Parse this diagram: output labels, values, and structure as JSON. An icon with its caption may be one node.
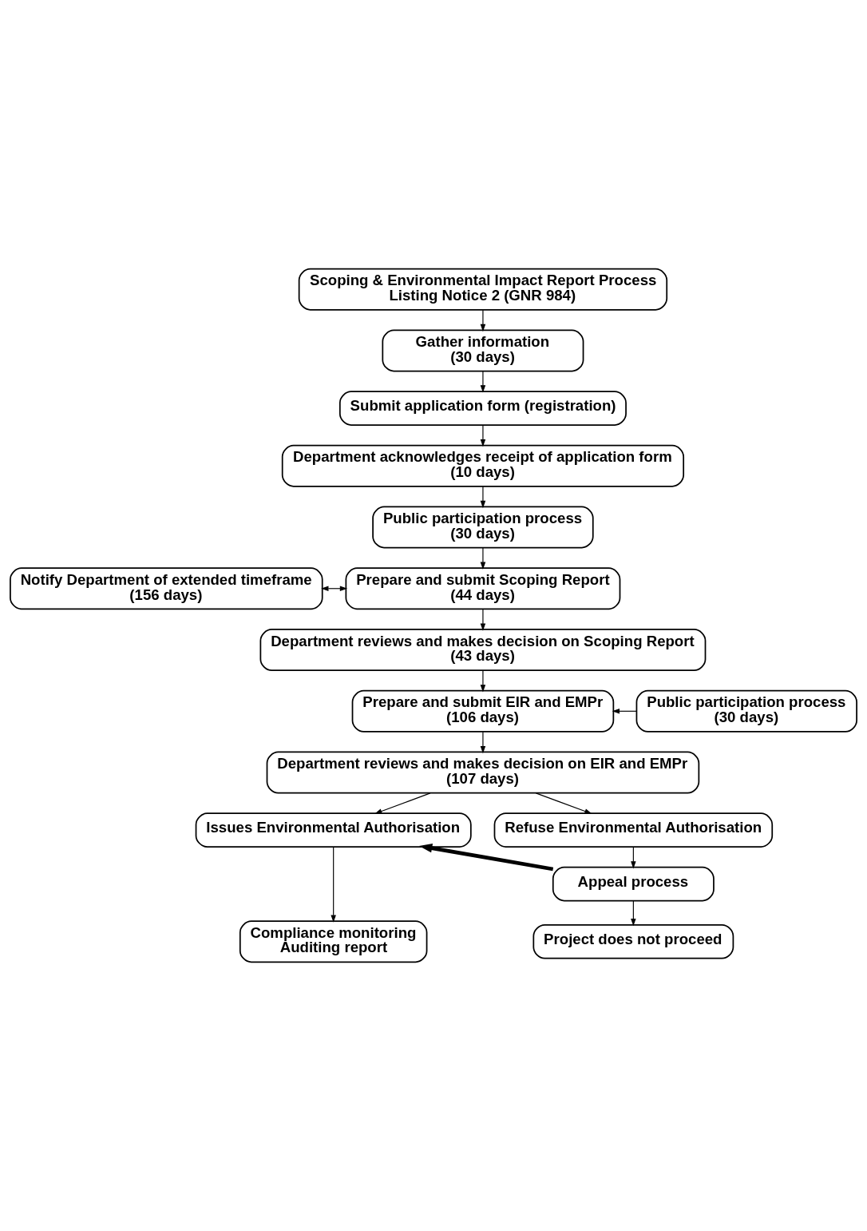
{
  "diagram": {
    "nodes": [
      {
        "text": [
          "Scoping & Environmental Impact Report Process",
          "Listing Notice 2 (GNR 984)"
        ]
      },
      {
        "text": [
          "Gather information",
          "(30 days)"
        ]
      },
      {
        "text": [
          "Submit application form (registration)"
        ]
      },
      {
        "text": [
          "Department acknowledges receipt of application form",
          "(10 days)"
        ]
      },
      {
        "text": [
          "Public participation process",
          "(30 days)"
        ]
      },
      {
        "text": [
          "Notify Department of extended timeframe",
          "(156 days)"
        ]
      },
      {
        "text": [
          "Prepare and submit Scoping Report",
          "(44 days)"
        ]
      },
      {
        "text": [
          "Department reviews and makes decision on Scoping Report",
          "(43 days)"
        ]
      },
      {
        "text": [
          "Prepare and submit EIR and EMPr",
          "(106 days)"
        ]
      },
      {
        "text": [
          "Public participation process",
          "(30 days)"
        ]
      },
      {
        "text": [
          "Department reviews and makes decision on EIR and EMPr",
          "(107 days)"
        ]
      },
      {
        "text": [
          "Issues Environmental Authorisation"
        ]
      },
      {
        "text": [
          "Refuse Environmental Authorisation"
        ]
      },
      {
        "text": [
          "Appeal process"
        ]
      },
      {
        "text": [
          "Compliance monitoring",
          "Auditing report"
        ]
      },
      {
        "text": [
          "Project does not proceed"
        ]
      }
    ],
    "edges": [
      {
        "from": 0,
        "to": 1,
        "arrow": "to"
      },
      {
        "from": 1,
        "to": 2,
        "arrow": "to"
      },
      {
        "from": 2,
        "to": 3,
        "arrow": "to"
      },
      {
        "from": 3,
        "to": 4,
        "arrow": "to"
      },
      {
        "from": 4,
        "to": 6,
        "arrow": "to"
      },
      {
        "from": 5,
        "to": 6,
        "arrow": "both"
      },
      {
        "from": 6,
        "to": 7,
        "arrow": "to"
      },
      {
        "from": 7,
        "to": 8,
        "arrow": "to"
      },
      {
        "from": 9,
        "to": 8,
        "arrow": "to"
      },
      {
        "from": 8,
        "to": 10,
        "arrow": "to"
      },
      {
        "from": 10,
        "to": 11,
        "arrow": "to"
      },
      {
        "from": 10,
        "to": 12,
        "arrow": "to"
      },
      {
        "from": 12,
        "to": 13,
        "arrow": "to"
      },
      {
        "from": 13,
        "to": 11,
        "arrow": "to",
        "style": "thick"
      },
      {
        "from": 11,
        "to": 14,
        "arrow": "to"
      },
      {
        "from": 13,
        "to": 15,
        "arrow": "to"
      }
    ]
  }
}
